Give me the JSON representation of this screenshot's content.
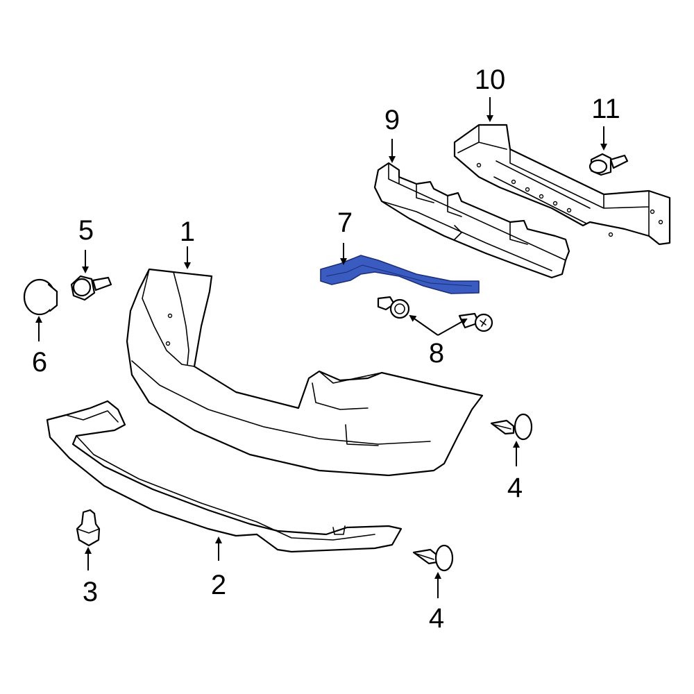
{
  "colors": {
    "highlight_fill": "#3a5bbf",
    "highlight_stroke": "#1a2d7a",
    "line": "#000000",
    "background": "#ffffff"
  },
  "callouts": {
    "c1": "1",
    "c2": "2",
    "c3": "3",
    "c4a": "4",
    "c4b": "4",
    "c5": "5",
    "c6": "6",
    "c7": "7",
    "c8": "8",
    "c9": "9",
    "c10": "10",
    "c11": "11"
  },
  "highlighted_part": "7"
}
